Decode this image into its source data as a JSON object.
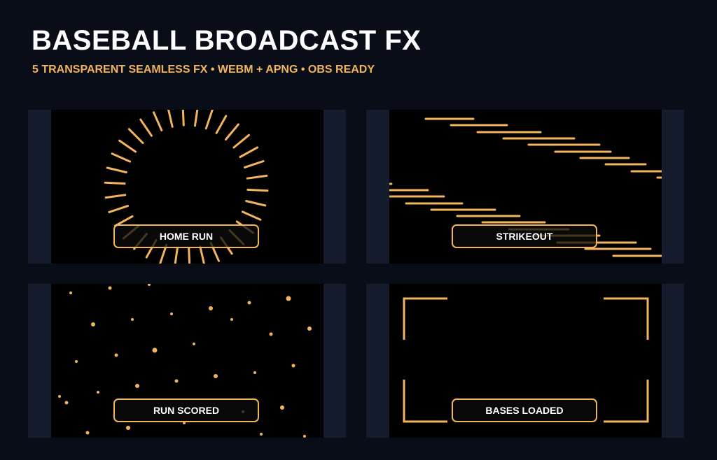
{
  "header": {
    "title": "BASEBALL BROADCAST FX",
    "subtitle": "5 TRANSPARENT SEAMLESS FX • WEBM + APNG • OBS READY"
  },
  "cards": [
    {
      "label": "HOME RUN",
      "effect": "starburst-rays"
    },
    {
      "label": "STRIKEOUT",
      "effect": "speed-streaks"
    },
    {
      "label": "RUN SCORED",
      "effect": "confetti-dots"
    },
    {
      "label": "BASES LOADED",
      "effect": "corner-brackets"
    }
  ],
  "colors": {
    "background": "#080d18",
    "panel": "#141c2d",
    "preview": "#000000",
    "accent": "#f2b45c",
    "title": "#ffffff"
  }
}
